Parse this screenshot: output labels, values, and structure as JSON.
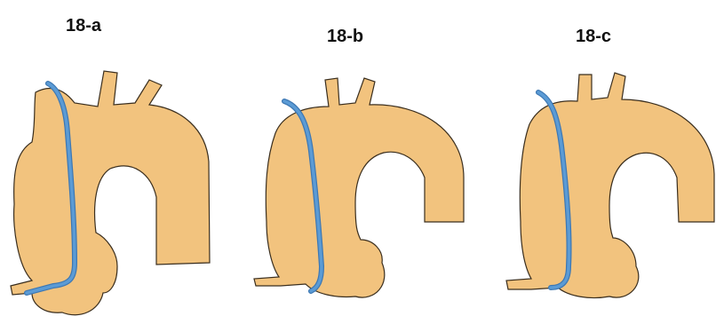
{
  "panels": [
    {
      "label": "18-a"
    },
    {
      "label": "18-b"
    },
    {
      "label": "18-c"
    }
  ],
  "colors": {
    "aorta_fill": "#F2C37E",
    "aorta_outline": "#3A2E1E",
    "catheter": "#5B9BD5",
    "catheter_edge": "#3E78B3",
    "background": "#FFFFFF"
  }
}
